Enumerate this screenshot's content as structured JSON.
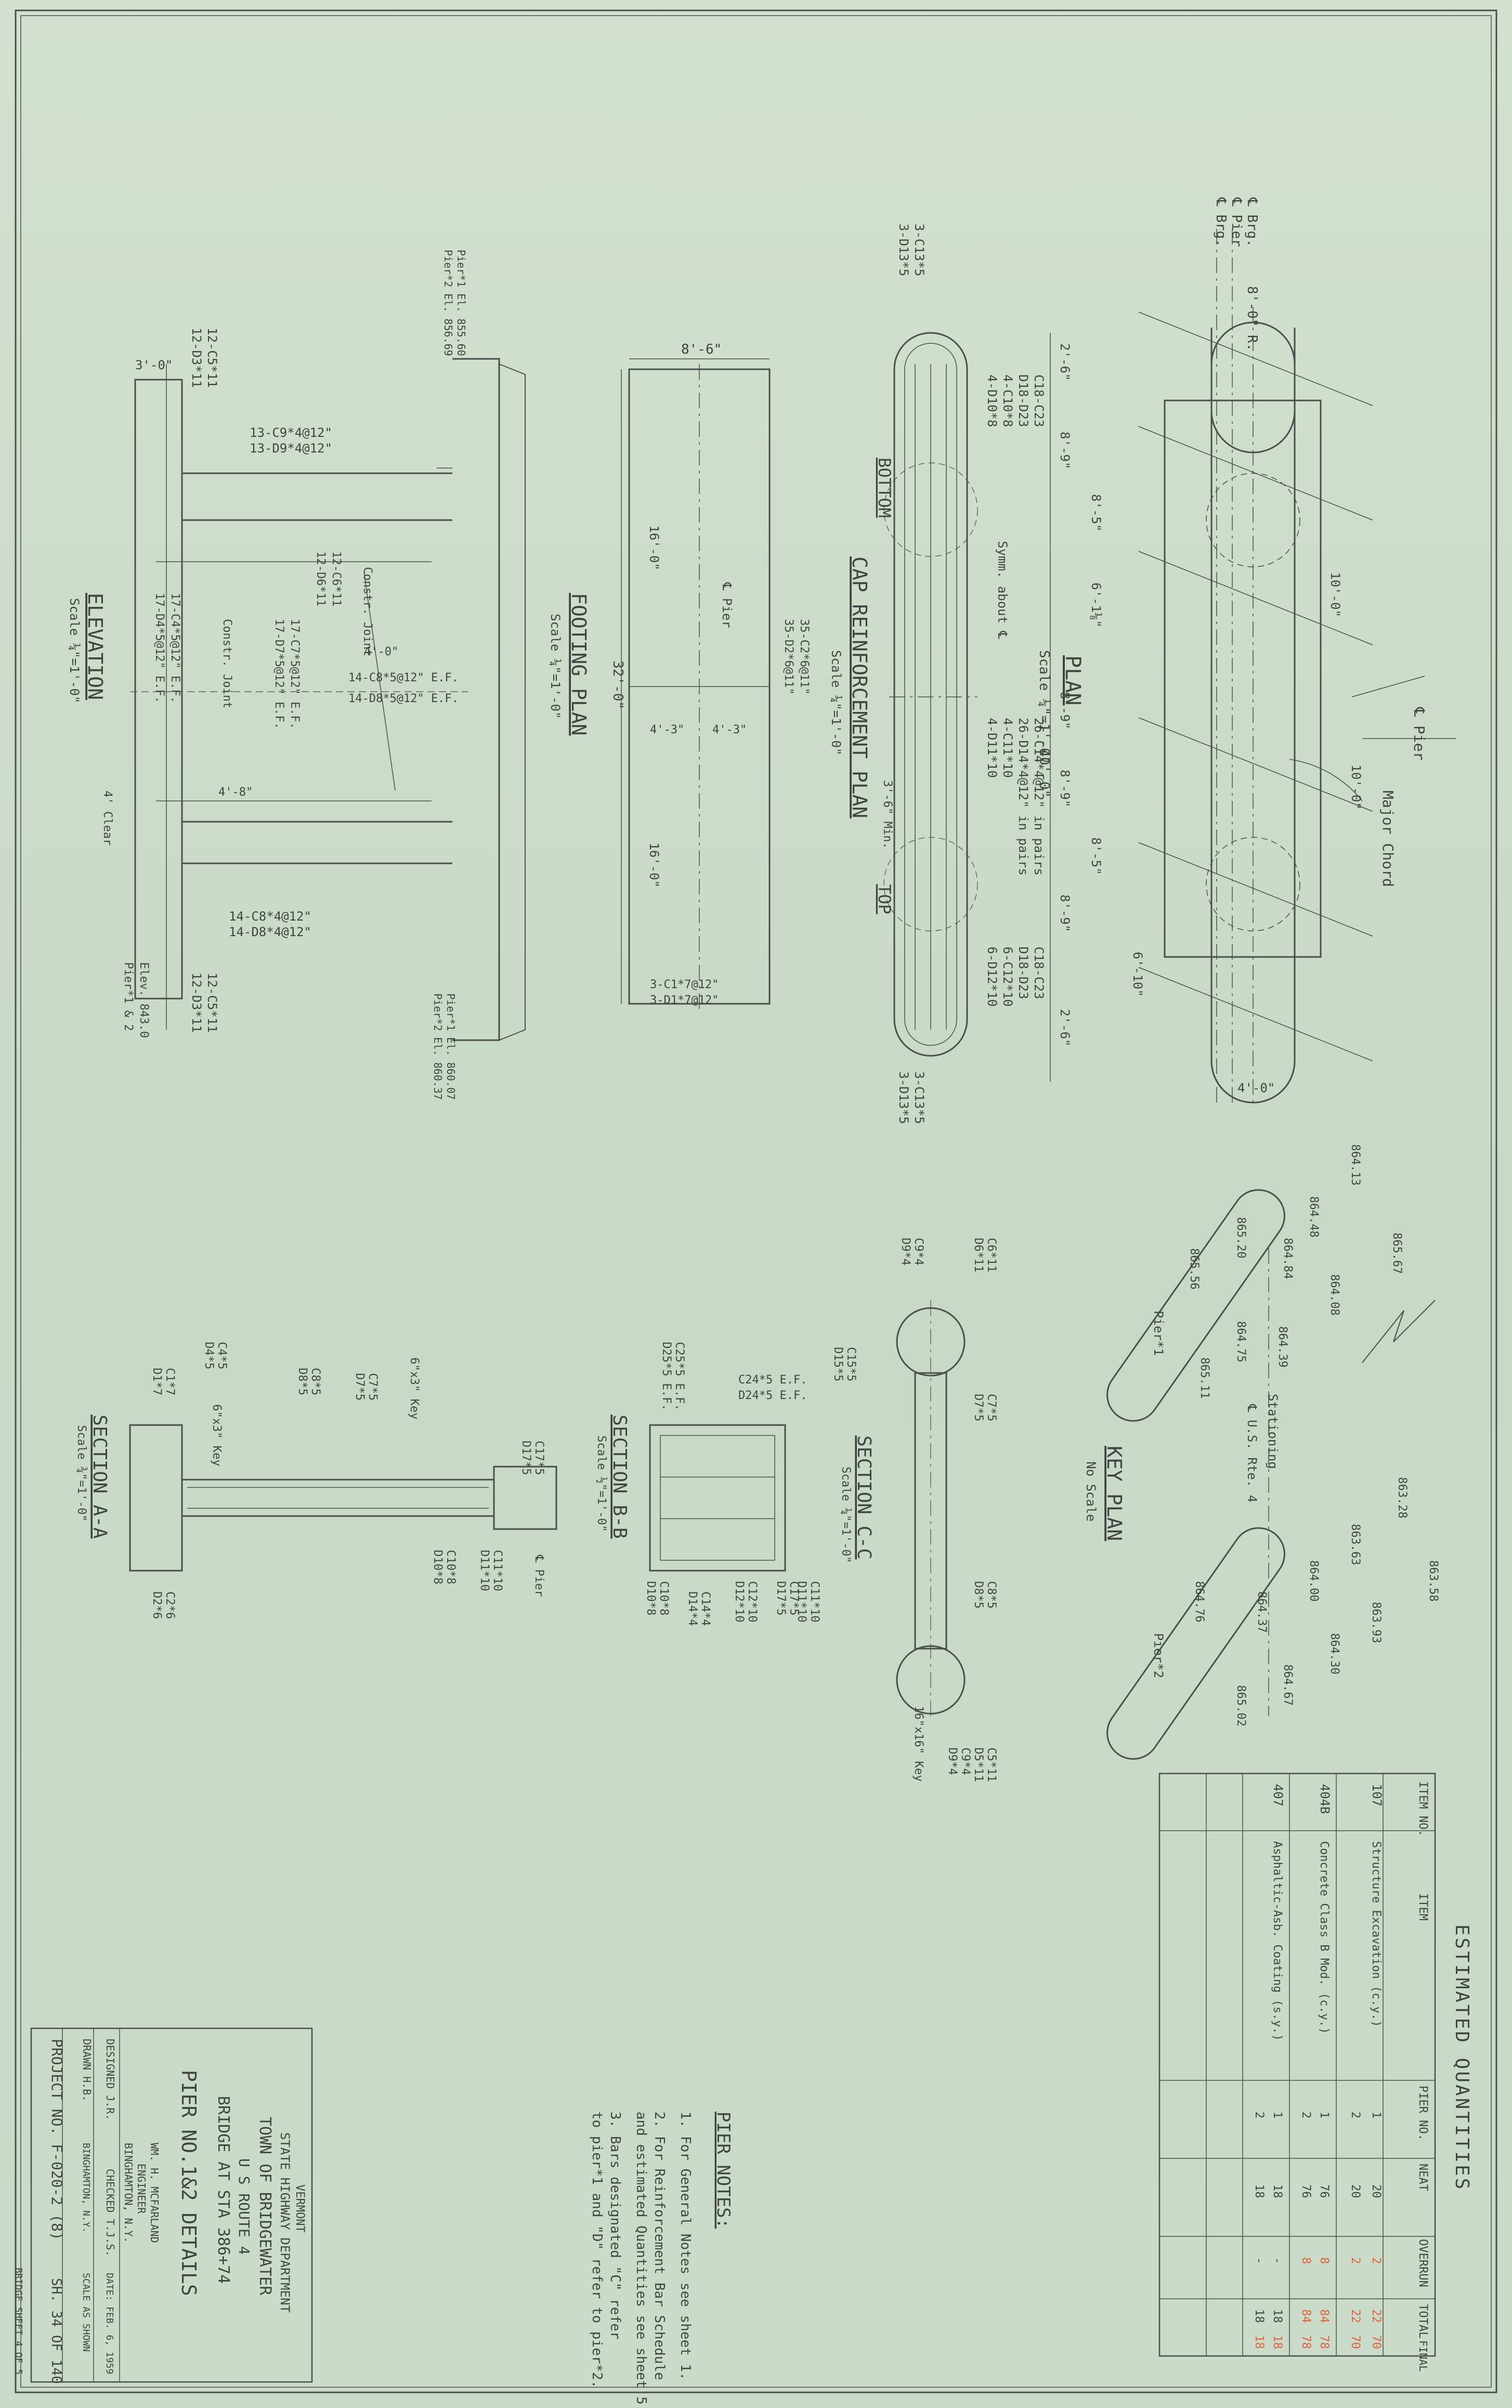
{
  "title_block": {
    "agency_line1": "VERMONT",
    "agency_line2": "STATE HIGHWAY DEPARTMENT",
    "town": "TOWN OF BRIDGEWATER",
    "route": "U S ROUTE 4",
    "bridge": "BRIDGE AT STA 386+74",
    "sheet_title": "PIER NO.1&2 DETAILS",
    "designed": "DESIGNED J.R.",
    "checked": "CHECKED T.J.S.",
    "date": "DATE: FEB. 6, 1959",
    "drawn": "DRAWN H.B.",
    "approved": "BINGHAMTON, N.Y.",
    "scale": "SCALE AS SHOWN",
    "engineer_line1": "WM. H. MCFARLAND",
    "engineer_line2": "ENGINEER",
    "engineer_line3": "BINGHAMTON, N.Y.",
    "project": "PROJECT NO. F-020-2 (8)",
    "sheet_no": "SH. 34 OF 140",
    "footer": "BRIDGE SHEET 4 OF 5"
  },
  "views": {
    "elevation": {
      "title": "ELEVATION",
      "scale": "Scale ¼\"=1'-0\""
    },
    "footing_plan": {
      "title": "FOOTING PLAN",
      "scale": "Scale ¼\"=1'-0\""
    },
    "cap_plan": {
      "title": "CAP REINFORCEMENT PLAN",
      "scale": "Scale ¼\"=1'-0\"",
      "bottom": "BOTTOM",
      "top": "TOP"
    },
    "plan": {
      "title": "PLAN",
      "scale": "Scale ¼\"=1'-0\""
    },
    "key_plan": {
      "title": "KEY PLAN",
      "scale": "No Scale"
    },
    "section_aa": {
      "title": "SECTION A-A",
      "scale": "Scale ¾\"=1'-0\""
    },
    "section_bb": {
      "title": "SECTION B-B",
      "scale": "Scale ½\"=1'-0\""
    },
    "section_cc": {
      "title": "SECTION C-C",
      "scale": "Scale ¼\"=1'-0\""
    }
  },
  "plan_labels": {
    "cl_brg": "℄ Brg.",
    "cl_pier": "℄ Pier",
    "cl_pier2": "℄ Pier",
    "major_chord": "Major Chord",
    "radius": "8'-0\" R.",
    "d_2_6": "2'-6\"",
    "d_8_9": "8'-9\"",
    "d_8_5": "8'-5\"",
    "d_6_1": "6'-1⅛\"",
    "d_4_0": "4'-0\"",
    "d_40_0": "40'-0\"",
    "d_10_0": "10'-0\"",
    "d_6_10": "6'-10\""
  },
  "elevation_labels": {
    "d_3_0": "3'-0\"",
    "c1": "12-C5*11",
    "c2": "12-D3*11",
    "c3": "13-C9*4@12\"",
    "c4": "13-D9*4@12\"",
    "c5": "12-C6*11",
    "c6": "12-D6*11",
    "c7": "17-C4*5@12\" E.F.",
    "c8": "17-D4*5@12\" E.F.",
    "c9": "17-C7*5@12\" E.F.",
    "c10": "17-D7*5@12\" E.F.",
    "c11": "14-C8*5@12\" E.F.",
    "c12": "14-D8*5@12\" E.F.",
    "c13": "14-C8*4@12\"",
    "c14": "14-D8*4@12\"",
    "constr": "Constr. Joint",
    "d_4_8": "4'-8\"",
    "d_4_clear": "4' Clear",
    "elev": "Elev. 843.0",
    "piers": "Pier*1 & 2",
    "pier1": "Pier*1 El. 855.60",
    "pier2": "Pier*2 El. 856.69",
    "p_el1": "Pier*1 El. 860.07",
    "p_el2": "Pier*2 El. 860.37",
    "d_4_0": "4'-0\""
  },
  "footing_labels": {
    "w": "8'-6\"",
    "l": "32'-0\"",
    "a": "16'-0\"",
    "b": "16'-0\"",
    "c": "4'-3\"",
    "d": "4'-3\"",
    "cl": "℄ Pier",
    "bars": "3-C1*7@12\"",
    "bars2": "3-D1*7@12\"",
    "bars3": "35-C2*6@11\"",
    "bars4": "35-D2*6@11\""
  },
  "cap_labels": {
    "c13": "3-C13*5",
    "d13": "3-D13*5",
    "c18": "C18-C23",
    "d18": "D18-D23",
    "c10": "4-C10*8",
    "d10": "4-D10*8",
    "c14": "26-C14*4@12\" in pairs",
    "d14": "26-D14*4@12\" in pairs",
    "c11": "4-C11*10",
    "d11": "4-D11*10",
    "c12": "6-C12*10",
    "d12": "6-D12*10",
    "symm": "Symm. about ℄",
    "min": "3'-6\" Min."
  },
  "estimated_quantities": {
    "title": "ESTIMATED QUANTITIES",
    "headers": [
      "ITEM NO.",
      "ITEM",
      "PIER NO.",
      "NEAT",
      "OVERRUN",
      "TOTAL",
      "FINAL"
    ],
    "rows": [
      {
        "no": "107",
        "item": "Structure Excavation (c.y.)",
        "pier1": "1",
        "pier2": "2",
        "neat1": "20",
        "neat2": "20",
        "over1": "2",
        "over2": "2",
        "tot1": "22",
        "tot2": "22",
        "fin1": "70",
        "fin2": "70"
      },
      {
        "no": "404B",
        "item": "Concrete Class B Mod. (c.y.)",
        "pier1": "1",
        "pier2": "2",
        "neat1": "76",
        "neat2": "76",
        "over1": "8",
        "over2": "8",
        "tot1": "84",
        "tot2": "84",
        "fin1": "78",
        "fin2": "78"
      },
      {
        "no": "407",
        "item": "Asphaltic-Asb. Coating (s.y.)",
        "pier1": "1",
        "pier2": "2",
        "neat1": "18",
        "neat2": "18",
        "over1": "-",
        "over2": "-",
        "tot1": "18",
        "tot2": "18",
        "fin1": "18",
        "fin2": "18"
      }
    ]
  },
  "pier_notes": {
    "title": "PIER NOTES:",
    "n1": "1. For General Notes see sheet 1.",
    "n2a": "2. For Reinforcement Bar Schedule",
    "n2b": "and estimated Quantities see sheet 5.",
    "n3a": "3. Bars designated \"C\" refer",
    "n3b": "to pier*1 and \"D\" refer to pier*2."
  },
  "key_plan_labels": {
    "e1": "864.13",
    "e2": "865.67",
    "e3": "864.48",
    "e4": "864.84",
    "e5": "864.08",
    "e6": "865.20",
    "e7": "864.39",
    "e8": "865.56",
    "e9": "864.75",
    "e10": "865.11",
    "f1": "863.28",
    "f2": "863.58",
    "f3": "863.63",
    "f4": "863.93",
    "f5": "864.00",
    "f6": "864.30",
    "f7": "864.37",
    "f8": "864.67",
    "f9": "864.76",
    "f10": "865.02",
    "pier1": "Pier*1",
    "pier2": "Pier*2",
    "station": "Stationing",
    "route": "℄ U.S. Rte. 4"
  },
  "section_labels": {
    "c1": "C1*7",
    "d1": "D1*7",
    "c4": "C4*5",
    "d4": "D4*5",
    "c8": "C8*5",
    "d8": "D8*5",
    "c7": "C7*5",
    "d7": "D7*5",
    "key1": "6\"x3\" Key",
    "key2": "6\"x3\" Key",
    "c17": "C17*5",
    "d17": "D17*5",
    "c10": "C10*8",
    "d10": "D10*8",
    "c11": "C11*10",
    "d11": "D11*10",
    "c2": "C2*6",
    "d2": "D2*6",
    "c25": "C25*5 E.F.",
    "d25": "D25*5 E.F.",
    "c24": "C24*5 E.F.",
    "d24": "D24*5 E.F.",
    "c14": "C14*4",
    "d14": "D14*4",
    "c12": "C12*10",
    "d12": "D12*10",
    "c9": "C9*4",
    "d9": "D9*4",
    "c6": "C6*11",
    "d6": "D6*11",
    "c15": "C15*5",
    "d15": "D15*5",
    "c5": "C5*11",
    "d5": "D5*11",
    "key3": "16\"x16\" Key",
    "cl": "℄ Pier"
  }
}
